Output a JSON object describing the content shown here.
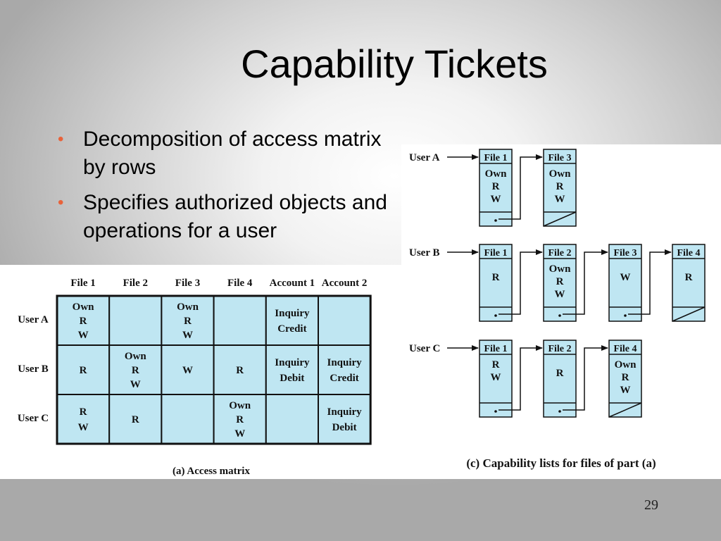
{
  "slide": {
    "title": "Capability Tickets",
    "bullets": [
      "Decomposition of access matrix by rows",
      "Specifies authorized objects and operations for a user"
    ],
    "page_number": "29"
  },
  "access_matrix": {
    "caption": "(a) Access matrix",
    "columns": [
      "File 1",
      "File 2",
      "File 3",
      "File 4",
      "Account 1",
      "Account 2"
    ],
    "rows": [
      {
        "user": "User A",
        "cells": [
          [
            "Own",
            "R",
            "W"
          ],
          [],
          [
            "Own",
            "R",
            "W"
          ],
          [],
          [
            "Inquiry",
            "Credit"
          ],
          []
        ]
      },
      {
        "user": "User B",
        "cells": [
          [
            "R"
          ],
          [
            "Own",
            "R",
            "W"
          ],
          [
            "W"
          ],
          [
            "R"
          ],
          [
            "Inquiry",
            "Debit"
          ],
          [
            "Inquiry",
            "Credit"
          ]
        ]
      },
      {
        "user": "User C",
        "cells": [
          [
            "R",
            "W"
          ],
          [
            "R"
          ],
          [],
          [
            "Own",
            "R",
            "W"
          ],
          [],
          [
            "Inquiry",
            "Debit"
          ]
        ]
      }
    ]
  },
  "capability_lists": {
    "caption": "(c) Capability lists for files of part (a)",
    "users": [
      {
        "user": "User A",
        "tickets": [
          {
            "file": "File 1",
            "rights": [
              "Own",
              "R",
              "W"
            ]
          },
          {
            "file": "File 3",
            "rights": [
              "Own",
              "R",
              "W"
            ]
          }
        ]
      },
      {
        "user": "User B",
        "tickets": [
          {
            "file": "File 1",
            "rights": [
              "R"
            ]
          },
          {
            "file": "File 2",
            "rights": [
              "Own",
              "R",
              "W"
            ]
          },
          {
            "file": "File 3",
            "rights": [
              "W"
            ]
          },
          {
            "file": "File 4",
            "rights": [
              "R"
            ]
          }
        ]
      },
      {
        "user": "User C",
        "tickets": [
          {
            "file": "File 1",
            "rights": [
              "R",
              "W"
            ]
          },
          {
            "file": "File 2",
            "rights": [
              "R"
            ]
          },
          {
            "file": "File 4",
            "rights": [
              "Own",
              "R",
              "W"
            ]
          }
        ]
      }
    ]
  },
  "colors": {
    "cell_fill": "#bfe6f2",
    "bullet": "#e8623a"
  }
}
